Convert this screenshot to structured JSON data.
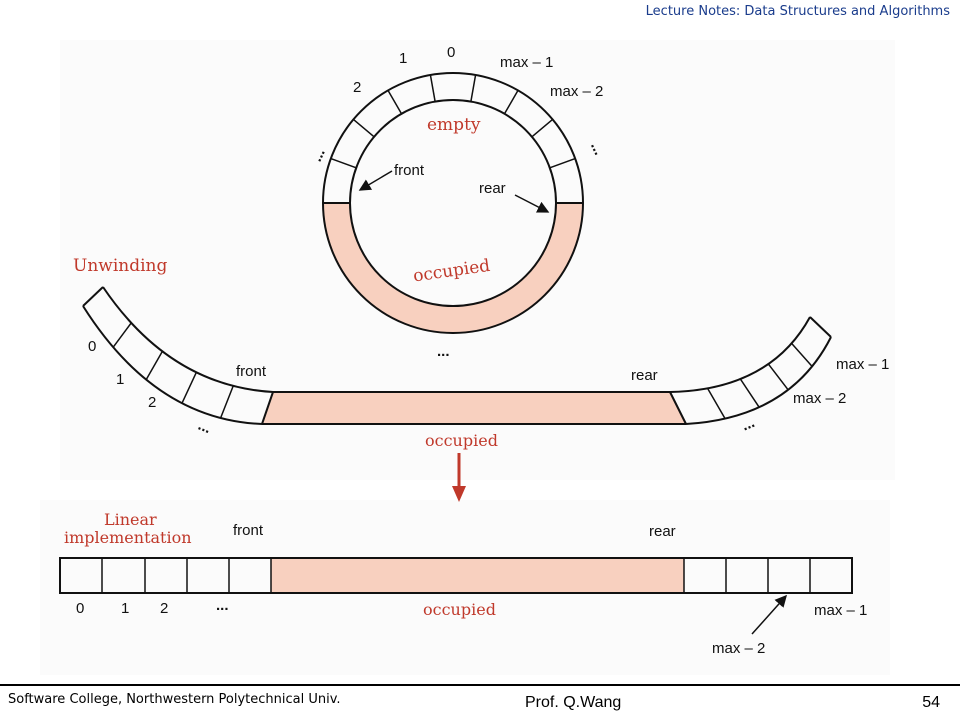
{
  "header": {
    "title": "Lecture Notes: Data Structures and Algorithms"
  },
  "ring": {
    "index_labels": [
      "2",
      "1",
      "0",
      "max – 1",
      "max – 2"
    ],
    "empty_label": "empty",
    "occupied_label": "occupied",
    "front_label": "front",
    "rear_label": "rear",
    "ellipsis": "..."
  },
  "unwinding": {
    "title": "Unwinding",
    "index_labels": [
      "0",
      "1",
      "2"
    ],
    "front_label": "front",
    "rear_label": "rear",
    "max1_label": "max – 1",
    "max2_label": "max – 2",
    "occupied_label": "occupied",
    "ellipsis": "..."
  },
  "linear": {
    "title_line1": "Linear",
    "title_line2": "implementation",
    "front_label": "front",
    "rear_label": "rear",
    "index_labels": [
      "0",
      "1",
      "2"
    ],
    "ellipsis": "...",
    "occupied_label": "occupied",
    "max1_label": "max – 1",
    "max2_label": "max – 2"
  },
  "colors": {
    "occupied_fill": "#f8d0bf",
    "accent_red": "#c0392b",
    "header_blue": "#1a3c8c"
  },
  "footer": {
    "institution": "Software College, Northwestern Polytechnical Univ.",
    "author": "Prof. Q.Wang",
    "page_number": "54"
  }
}
